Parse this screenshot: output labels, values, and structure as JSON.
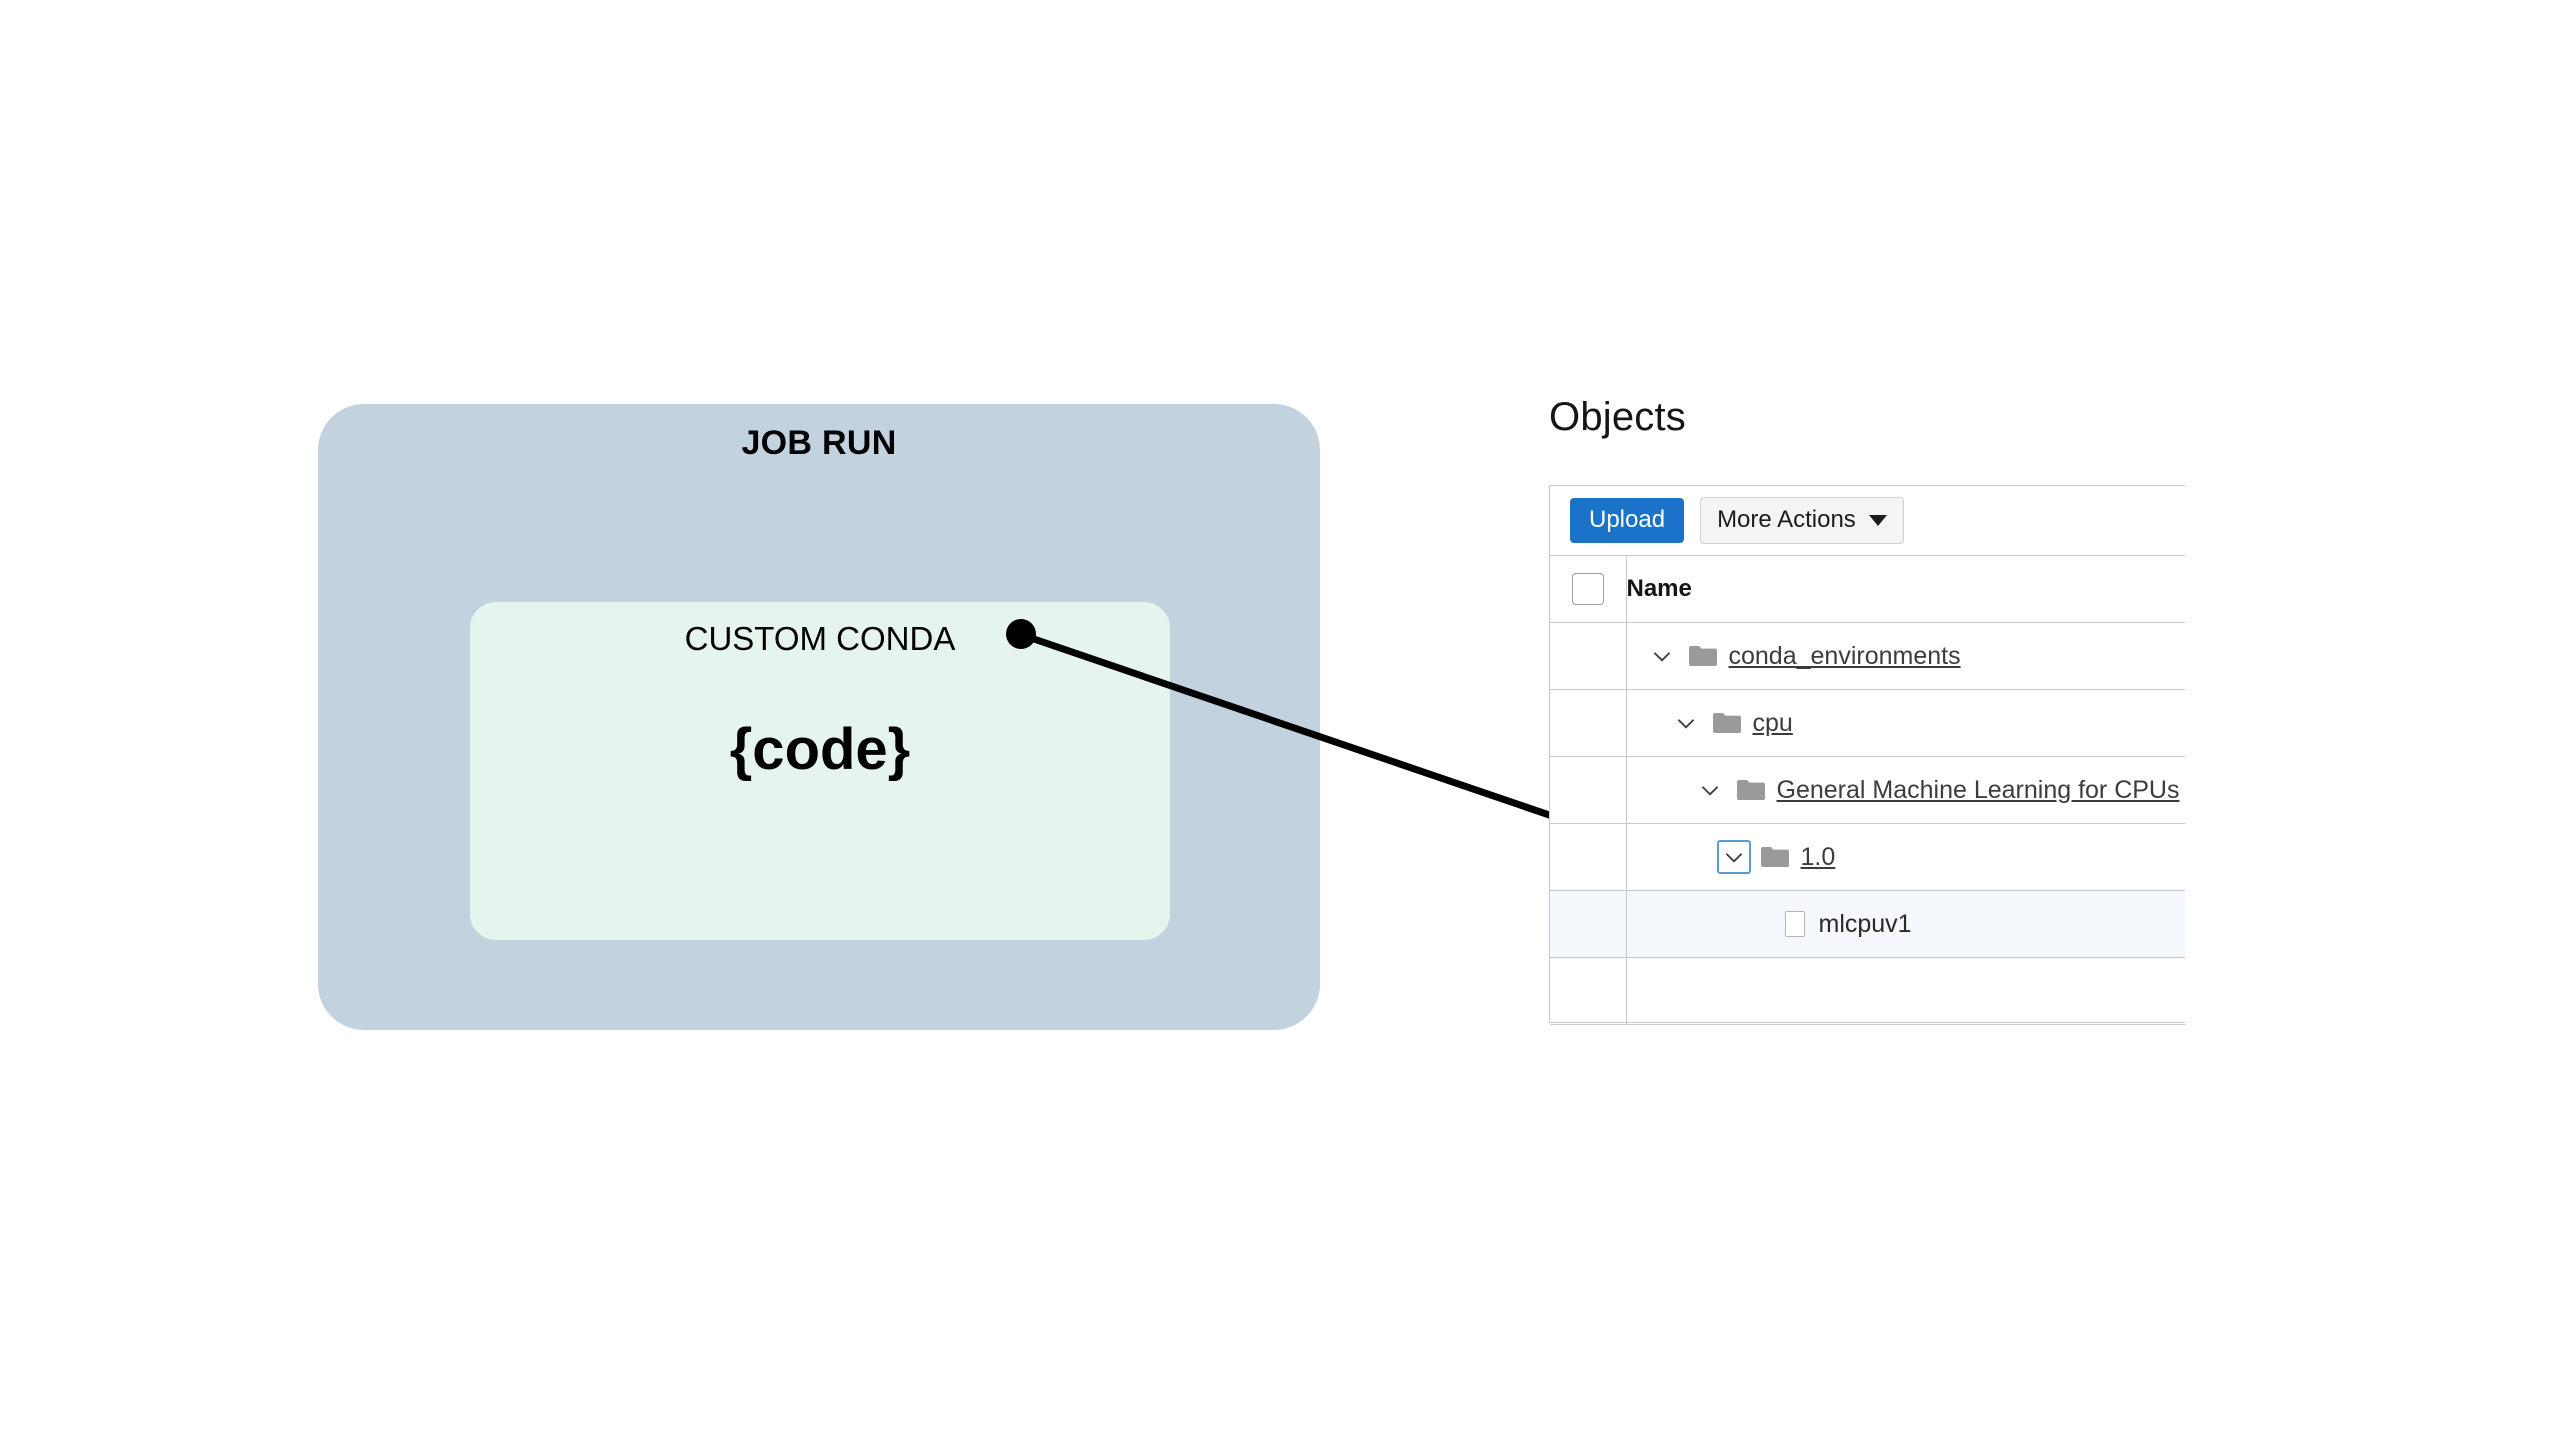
{
  "diagram": {
    "outer_box": {
      "label": "JOB RUN",
      "color": "#c2d3df"
    },
    "inner_box": {
      "label": "CUSTOM CONDA",
      "code_label": "{code}",
      "color": "#e6f4ee"
    },
    "connector": {
      "description": "line-with-arrow"
    }
  },
  "objects_panel": {
    "heading": "Objects",
    "toolbar": {
      "upload_label": "Upload",
      "more_actions_label": "More Actions",
      "upload_color": "#1a73c8"
    },
    "table": {
      "columns": [
        "",
        "Name"
      ],
      "rows": [
        {
          "name": "conda_environments",
          "type": "folder",
          "indent": 0,
          "expanded": true,
          "link": true,
          "selected": false,
          "focused": false
        },
        {
          "name": "cpu",
          "type": "folder",
          "indent": 1,
          "expanded": true,
          "link": true,
          "selected": false,
          "focused": false
        },
        {
          "name": "General Machine Learning for CPUs",
          "type": "folder",
          "indent": 2,
          "expanded": true,
          "link": true,
          "selected": false,
          "focused": false
        },
        {
          "name": "1.0",
          "type": "folder",
          "indent": 3,
          "expanded": true,
          "link": true,
          "selected": false,
          "focused": true
        },
        {
          "name": "mlcpuv1",
          "type": "file",
          "indent": 4,
          "expanded": false,
          "link": false,
          "selected": true,
          "focused": false
        }
      ]
    }
  }
}
